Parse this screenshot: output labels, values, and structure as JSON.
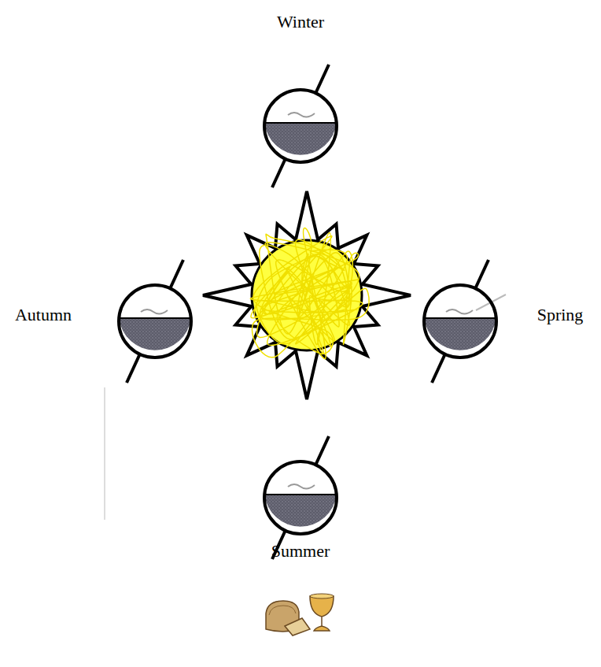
{
  "diagram": {
    "labels": [
      "Winter",
      "Autumn",
      "Spring",
      "Summer"
    ]
  }
}
